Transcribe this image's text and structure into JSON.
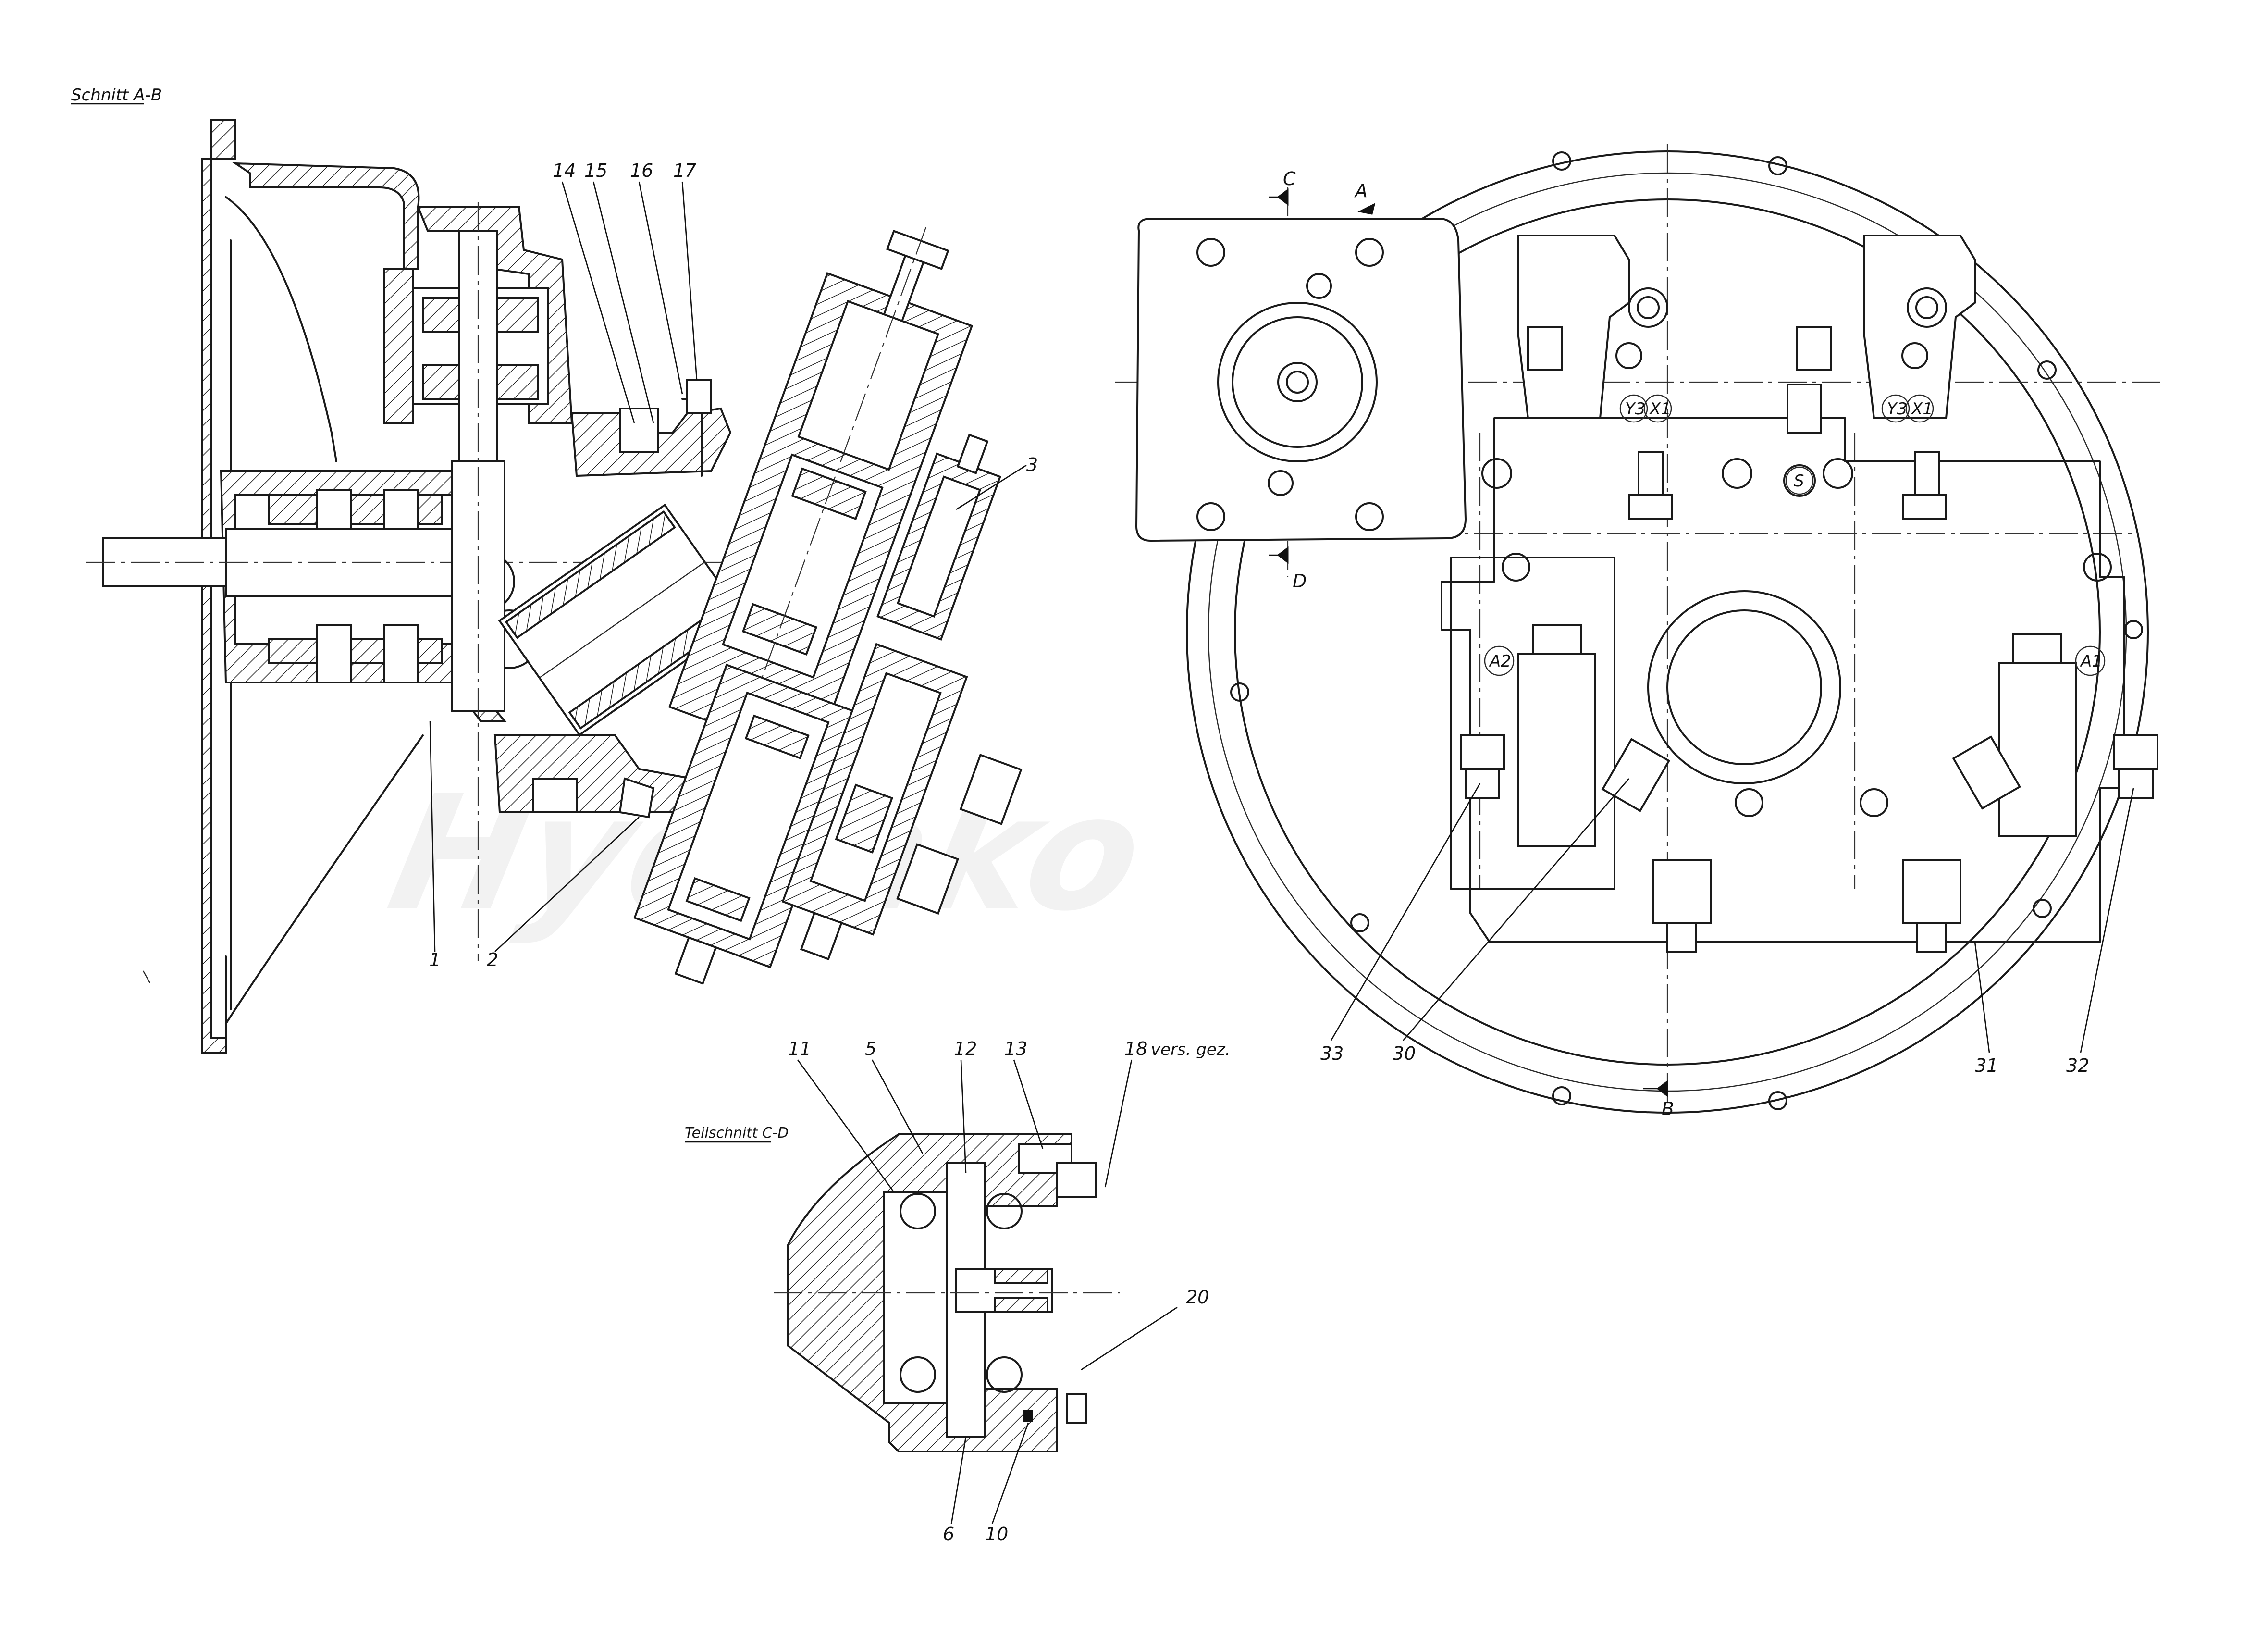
{
  "titles": {
    "section_ab": "Schnitt A-B",
    "section_cd": "Teilschnitt C-D"
  },
  "section_marks": {
    "a": "A",
    "b": "B",
    "c": "C",
    "d": "D"
  },
  "port_labels": {
    "y3_left": "Y3",
    "x1_left": "X1",
    "y3_right": "Y3",
    "x1_right": "X1",
    "s": "S",
    "a1": "A1",
    "a2": "A2"
  },
  "part_labels": {
    "p1": "1",
    "p2": "2",
    "p3": "3",
    "p5": "5",
    "p6": "6",
    "p10": "10",
    "p11": "11",
    "p12": "12",
    "p13": "13",
    "p14": "14",
    "p15": "15",
    "p16": "16",
    "p17": "17",
    "p18": "18",
    "p18_note": "vers. gez.",
    "p20": "20",
    "p30": "30",
    "p31": "31",
    "p32": "32",
    "p33": "33"
  },
  "watermark": "Hydrako"
}
